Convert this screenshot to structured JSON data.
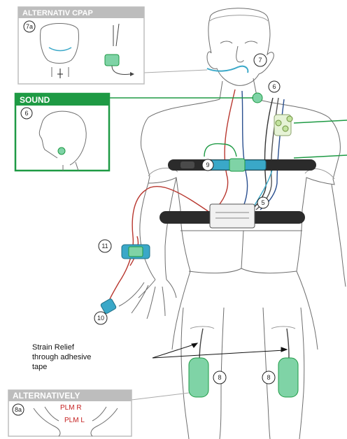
{
  "insets": {
    "cpap": {
      "title": "ALTERNATIV CPAP",
      "callout": "7a"
    },
    "sound": {
      "title": "SOUND",
      "callout": "6"
    },
    "alternatively": {
      "title": "ALTERNATIVELY",
      "callout": "8a",
      "plm_right": "PLM R",
      "plm_left": "PLM L"
    }
  },
  "callouts": {
    "nasal_cannula": "7",
    "neck_sensor": "6",
    "chest_belt": "9",
    "recorder": "5",
    "wrist_unit": "11",
    "finger_sensor": "10",
    "leg_right": "8",
    "leg_left": "8"
  },
  "annotation": {
    "line1": "Strain Relief",
    "line2": "through adhesive",
    "line3": "tape"
  },
  "colors": {
    "green_accent": "#1e9a44",
    "sensor_teal": "#3aa8c8",
    "sensor_green": "#7fd3a6",
    "wire_red": "#b8372f",
    "wire_blue": "#2a4f8f",
    "belt_dark": "#2b2b2b",
    "inset_header": "#bdbdbd"
  }
}
